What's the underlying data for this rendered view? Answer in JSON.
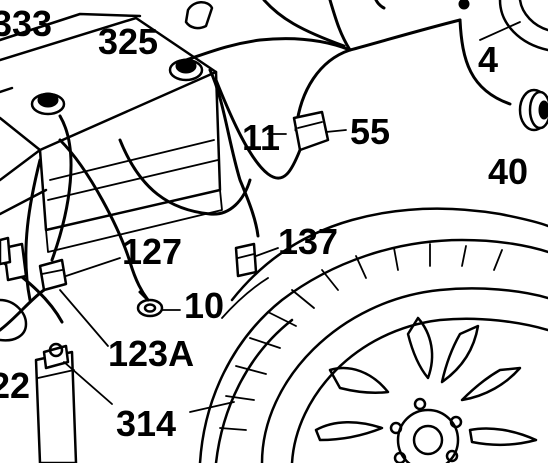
{
  "callouts": {
    "c333": "333",
    "c325": "325",
    "c4": "4",
    "c11": "11",
    "c55": "55",
    "c40": "40",
    "c127": "127",
    "c137": "137",
    "c10": "10",
    "c123a": "123A",
    "c22": "22",
    "c314": "314"
  }
}
